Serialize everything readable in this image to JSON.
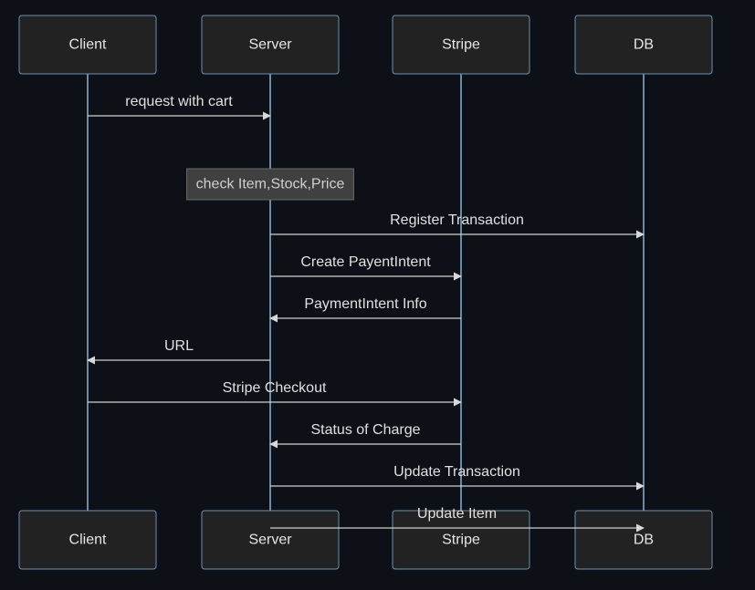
{
  "diagram": {
    "type": "sequence",
    "colors": {
      "background": "#0d1117",
      "actor_fill": "#222222",
      "actor_border": "#6e91b0",
      "lifeline": "#89b4d6",
      "message": "#cfcfcf",
      "note_fill": "#404040"
    },
    "actors": [
      {
        "name": "Client"
      },
      {
        "name": "Server"
      },
      {
        "name": "Stripe"
      },
      {
        "name": "DB"
      }
    ],
    "steps": [
      {
        "kind": "message",
        "from": "Client",
        "to": "Server",
        "text": "request with cart"
      },
      {
        "kind": "note",
        "over": "Server",
        "text": "check Item,Stock,Price"
      },
      {
        "kind": "message",
        "from": "Server",
        "to": "DB",
        "text": "Register Transaction"
      },
      {
        "kind": "message",
        "from": "Server",
        "to": "Stripe",
        "text": "Create PayentIntent"
      },
      {
        "kind": "message",
        "from": "Stripe",
        "to": "Server",
        "text": "PaymentIntent Info"
      },
      {
        "kind": "message",
        "from": "Server",
        "to": "Client",
        "text": "URL"
      },
      {
        "kind": "message",
        "from": "Client",
        "to": "Stripe",
        "text": "Stripe Checkout"
      },
      {
        "kind": "message",
        "from": "Stripe",
        "to": "Server",
        "text": "Status of Charge"
      },
      {
        "kind": "message",
        "from": "Server",
        "to": "DB",
        "text": "Update Transaction"
      },
      {
        "kind": "message",
        "from": "Server",
        "to": "DB",
        "text": "Update Item"
      }
    ]
  }
}
